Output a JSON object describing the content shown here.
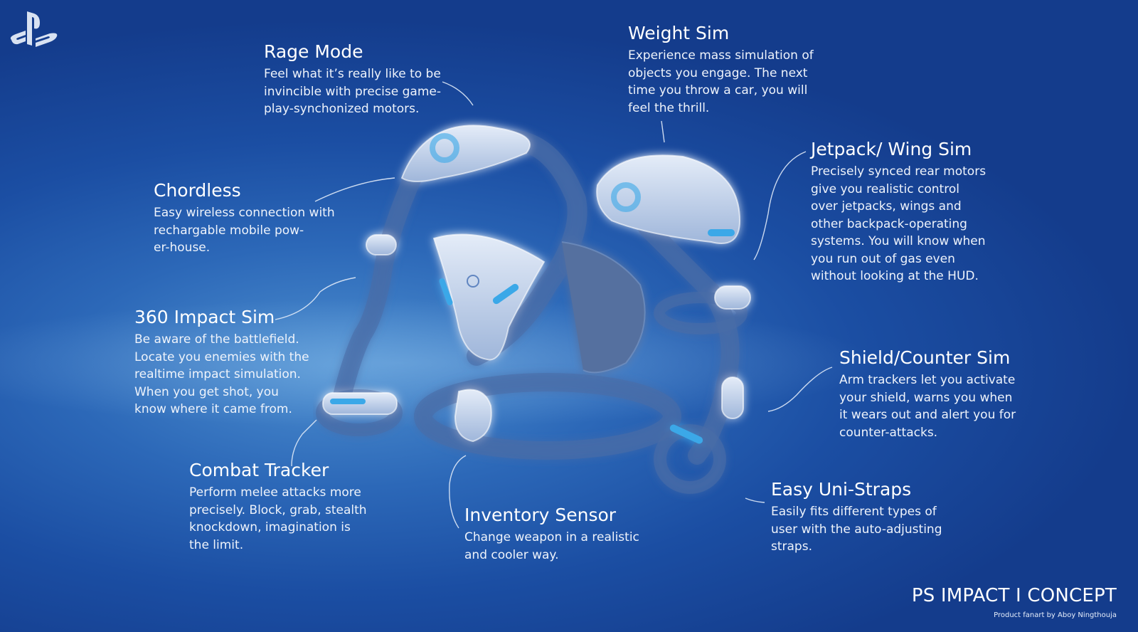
{
  "features": [
    {
      "title": "Rage Mode",
      "lines": [
        "Feel what it’s really like to be",
        "invincible with precise game-",
        "play-synchonized motors."
      ]
    },
    {
      "title": "Weight Sim",
      "lines": [
        "Experience mass simulation of",
        "objects you engage. The next",
        "time you throw a car, you will",
        "feel the thrill."
      ]
    },
    {
      "title": "Chordless",
      "lines": [
        "Easy wireless connection with",
        "rechargable mobile pow-",
        "er-house."
      ]
    },
    {
      "title": "Jetpack/ Wing Sim",
      "lines": [
        "Precisely synced rear motors",
        "give you realistic control",
        "over jetpacks, wings and",
        "other backpack-operating",
        "systems. You will know when",
        "you run out of gas even",
        "without looking at the HUD."
      ]
    },
    {
      "title": "360 Impact Sim",
      "lines": [
        "Be aware of the battlefield.",
        "Locate you enemies with the",
        "realtime impact simulation.",
        "When you get shot, you",
        "know where it came from."
      ]
    },
    {
      "title": "Shield/Counter Sim",
      "lines": [
        "Arm trackers let you activate",
        "your shield, warns you when",
        "it wears out and alert you for",
        "counter-attacks."
      ]
    },
    {
      "title": "Combat Tracker",
      "lines": [
        "Perform melee attacks more",
        "precisely. Block, grab, stealth",
        "knockdown, imagination is",
        "the limit."
      ]
    },
    {
      "title": "Inventory Sensor",
      "lines": [
        "Change weapon in a realistic",
        "and cooler way."
      ]
    },
    {
      "title": "Easy Uni-Straps",
      "lines": [
        "Easily fits different types of",
        "user with the auto-adjusting",
        "straps."
      ]
    }
  ],
  "footer": {
    "title": "PS IMPACT I CONCEPT",
    "credit": "Product fanart by Aboy Ningthouja"
  },
  "colors": {
    "background": "#1b4ea3",
    "accent": "#3aa8e8",
    "device_body": "#c6d6ee",
    "strap": "#4a6da6"
  },
  "icons": [
    "playstation-logo-icon"
  ]
}
